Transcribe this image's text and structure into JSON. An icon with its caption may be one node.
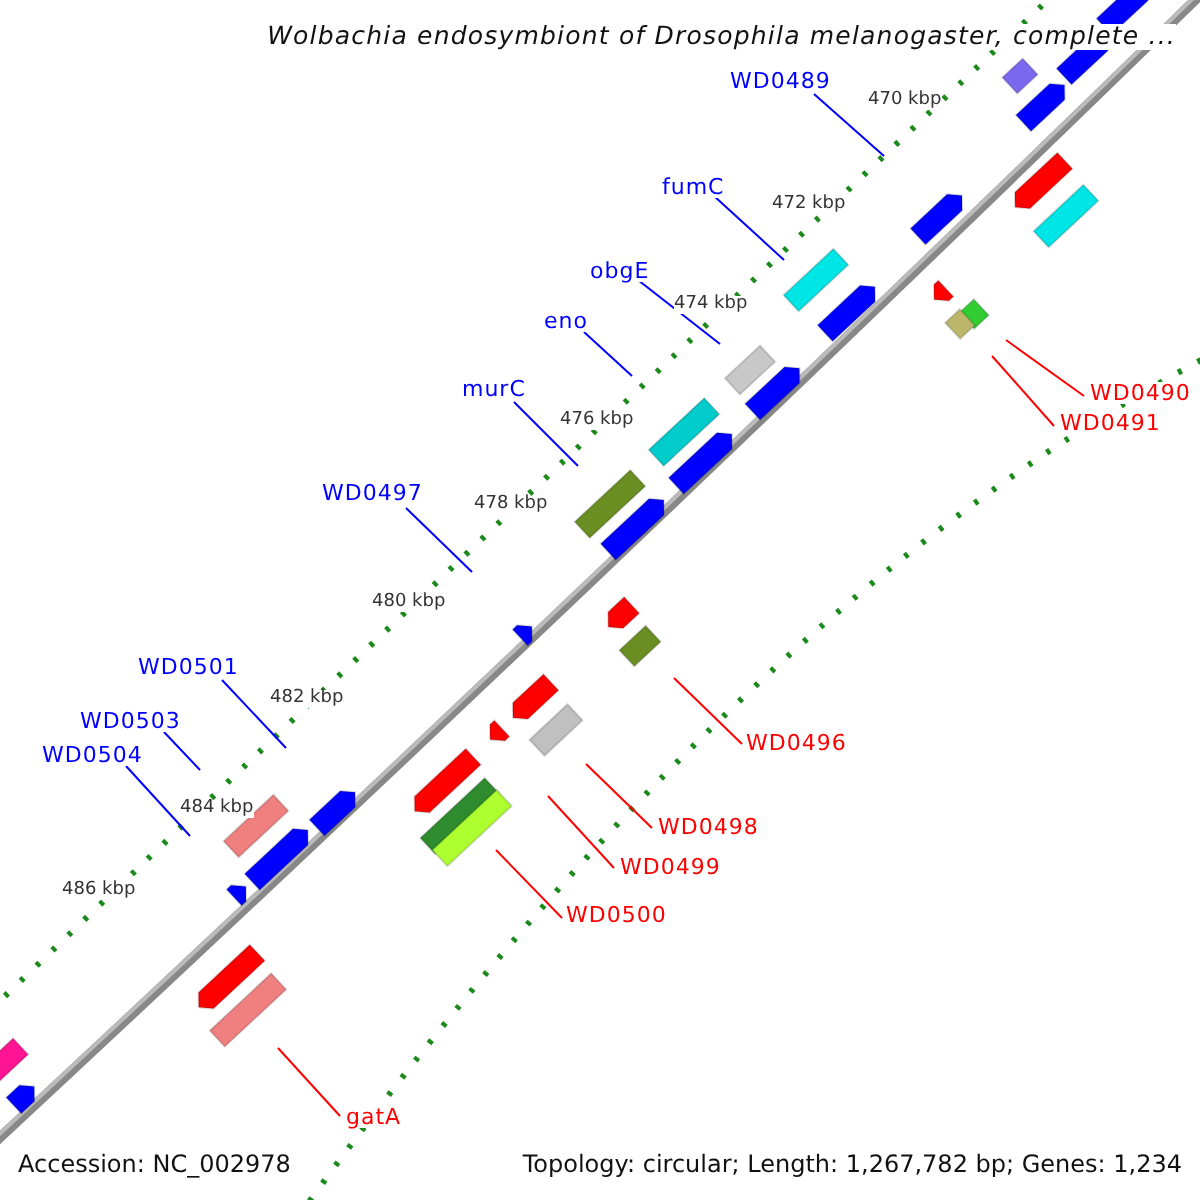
{
  "diagram": {
    "title": "Wolbachia endosymbiont of Drosophila melanogaster, complete ...",
    "nodes": [
      {
        "text": [
          "WD0489"
        ]
      },
      {
        "text": [
          "fumC"
        ]
      },
      {
        "text": [
          "obgE"
        ]
      },
      {
        "text": [
          "eno"
        ]
      },
      {
        "text": [
          "murC"
        ]
      },
      {
        "text": [
          "WD0497"
        ]
      },
      {
        "text": [
          "WD0501"
        ]
      },
      {
        "text": [
          "WD0503"
        ]
      },
      {
        "text": [
          "WD0504"
        ]
      },
      {
        "text": [
          "WD0490"
        ]
      },
      {
        "text": [
          "WD0491"
        ]
      },
      {
        "text": [
          "WD0496"
        ]
      },
      {
        "text": [
          "WD0498"
        ]
      },
      {
        "text": [
          "WD0499"
        ]
      },
      {
        "text": [
          "WD0500"
        ]
      },
      {
        "text": [
          "gatA"
        ]
      }
    ],
    "edges": [
      {
        "from": 0,
        "to": null,
        "arrow": "none"
      },
      {
        "from": 1,
        "to": null,
        "arrow": "none"
      },
      {
        "from": 2,
        "to": null,
        "arrow": "none"
      },
      {
        "from": 3,
        "to": null,
        "arrow": "none"
      },
      {
        "from": 4,
        "to": null,
        "arrow": "none"
      },
      {
        "from": 5,
        "to": null,
        "arrow": "none"
      },
      {
        "from": 6,
        "to": null,
        "arrow": "none"
      },
      {
        "from": 7,
        "to": null,
        "arrow": "none"
      },
      {
        "from": 8,
        "to": null,
        "arrow": "none"
      },
      {
        "from": 9,
        "to": null,
        "arrow": "none",
        "color": "#ff0000"
      },
      {
        "from": 10,
        "to": null,
        "arrow": "none",
        "color": "#ff0000"
      },
      {
        "from": 11,
        "to": null,
        "arrow": "none",
        "color": "#ff0000"
      },
      {
        "from": 12,
        "to": null,
        "arrow": "none",
        "color": "#ff0000"
      },
      {
        "from": 13,
        "to": null,
        "arrow": "none",
        "color": "#ff0000"
      },
      {
        "from": 14,
        "to": null,
        "arrow": "none",
        "color": "#ff0000"
      },
      {
        "from": 15,
        "to": null,
        "arrow": "none",
        "color": "#ff0000"
      }
    ],
    "labels": [
      "470 kbp",
      "472 kbp",
      "474 kbp",
      "476 kbp",
      "478 kbp",
      "480 kbp",
      "482 kbp",
      "484 kbp",
      "486 kbp",
      "Accession: NC_002978",
      "Topology: circular; Length: 1,267,782 bp; Genes: 1,234"
    ]
  }
}
